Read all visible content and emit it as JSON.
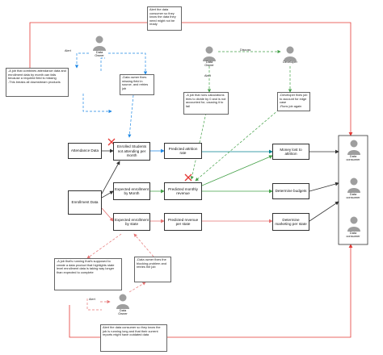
{
  "colors": {
    "red": "#e53935",
    "blue": "#1e88e5",
    "green": "#43a047",
    "teal": "#00838f",
    "pink": "#e57373",
    "dark": "#333333",
    "person": "#9e9e9e"
  },
  "boxes": {
    "attendance_data": "Attendance Data",
    "enrollment_data": "Enrollment Data",
    "enrolled_not_attending": "Enrolled Students not attending per month",
    "expected_enrollment_month": "Expected enrollment by Month",
    "expected_enrollment_state": "Expected enrollment by state",
    "predicted_attrition": "Predicted attrition rate",
    "predicted_monthly_revenue": "Predicted monthly revenue",
    "predicted_revenue_state": "Predicted revenue per state",
    "money_lost": "Money lost to attrition",
    "determine_budgets": "Determine budgets",
    "determine_marketing": "Determine marketing per state"
  },
  "notes": {
    "top_alert": "Alert the data consumer so they know the data they need might not be ready",
    "left_job": "-A job that combines attendance data and enrollment data by month can fails because a required field is missing\n-This breaks all downstream products",
    "owner_fixes_top": "-Data owner fixes missing field in source, and retries job",
    "calc_job": "-A job that runs calculations tries to divide by 0 and is not accounted for, causing it to fail",
    "dev_fixes": "-Developer fixes job to account for edge case\n-Runs job again",
    "slow_job": "-A job that's running that's supposed to create a data product that highlights state level enrollment data is taking way longer than expected to complete",
    "owner_fixes_bottom": "-Data owner fixes the blocking problem and retries the job",
    "bottom_alert": "Alert the data consumer so they know the job is running long and that their current reports might have outdated data"
  },
  "people": {
    "owner_top": "Data\nOwner",
    "owner_mid": "Data\nOwner",
    "developer": "Developer",
    "owner_bottom": "Data\nOwner",
    "consumer_1": "Data\nconsumer",
    "consumer_2": "Data\nconsumer",
    "consumer_3": "Data\nconsumer"
  },
  "labels": {
    "alert_top": "Alert",
    "discuss": "Discuss",
    "alert_mid": "Alert",
    "alert_bottom": "Alert"
  },
  "icons": {
    "failure_marker": "x-mark-icon",
    "person": "person-icon"
  }
}
